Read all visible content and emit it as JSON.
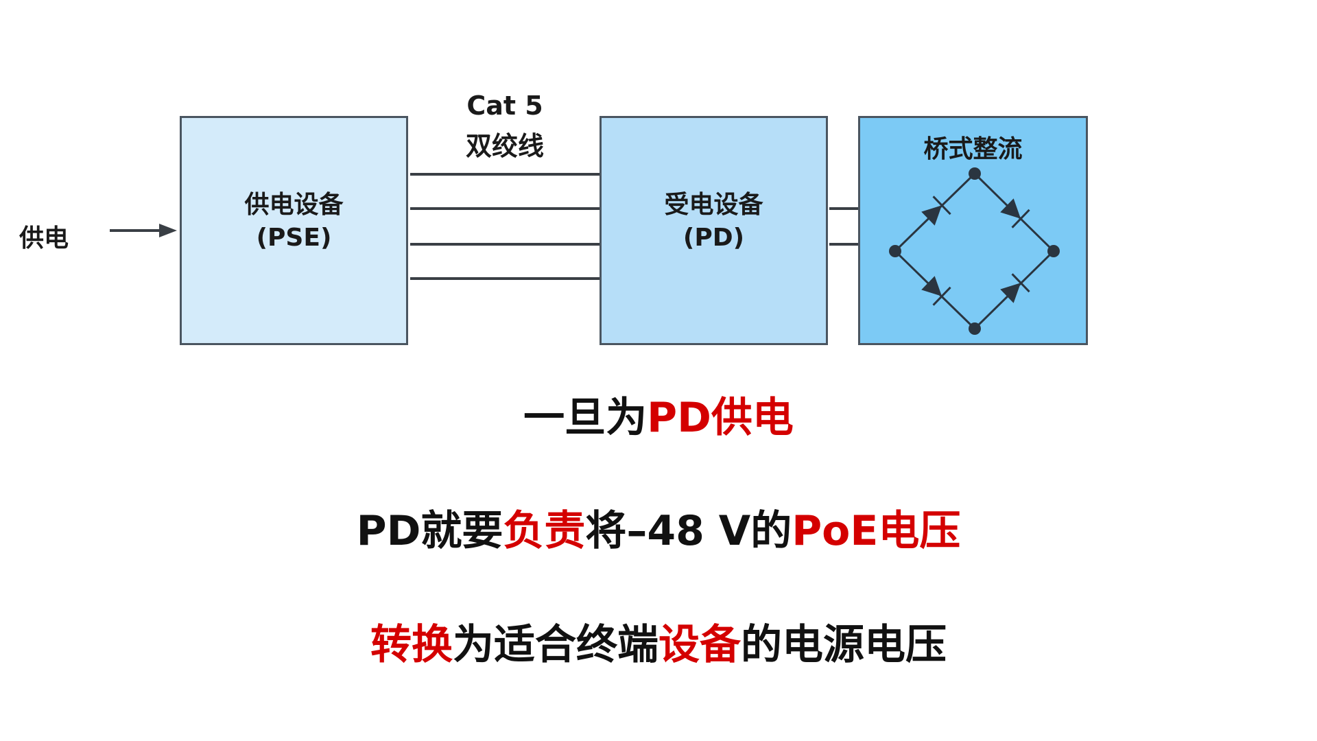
{
  "diagram": {
    "input_label": "供电",
    "cable_label_line1": "Cat 5",
    "cable_label_line2": "双绞线",
    "pse": {
      "line1": "供电设备",
      "line2": "(PSE)"
    },
    "pd": {
      "line1": "受电设备",
      "line2": "(PD)"
    },
    "bridge": {
      "title": "桥式整流"
    },
    "colors": {
      "pse_fill": "#d4ebfa",
      "pd_fill": "#b6def8",
      "bridge_fill": "#7ccaf5",
      "border": "#4a5560"
    }
  },
  "captions": {
    "line1": [
      {
        "text": "一旦为",
        "red": false
      },
      {
        "text": "PD供电",
        "red": true
      }
    ],
    "line2": [
      {
        "text": "PD就要",
        "red": false
      },
      {
        "text": "负责",
        "red": true
      },
      {
        "text": "将–48 V的",
        "red": false
      },
      {
        "text": "PoE电压",
        "red": true
      }
    ],
    "line3": [
      {
        "text": "转换",
        "red": true
      },
      {
        "text": "为适合终端",
        "red": false
      },
      {
        "text": "设备",
        "red": true
      },
      {
        "text": "的电源电压",
        "red": false
      }
    ],
    "highlight_color": "#d40000"
  }
}
